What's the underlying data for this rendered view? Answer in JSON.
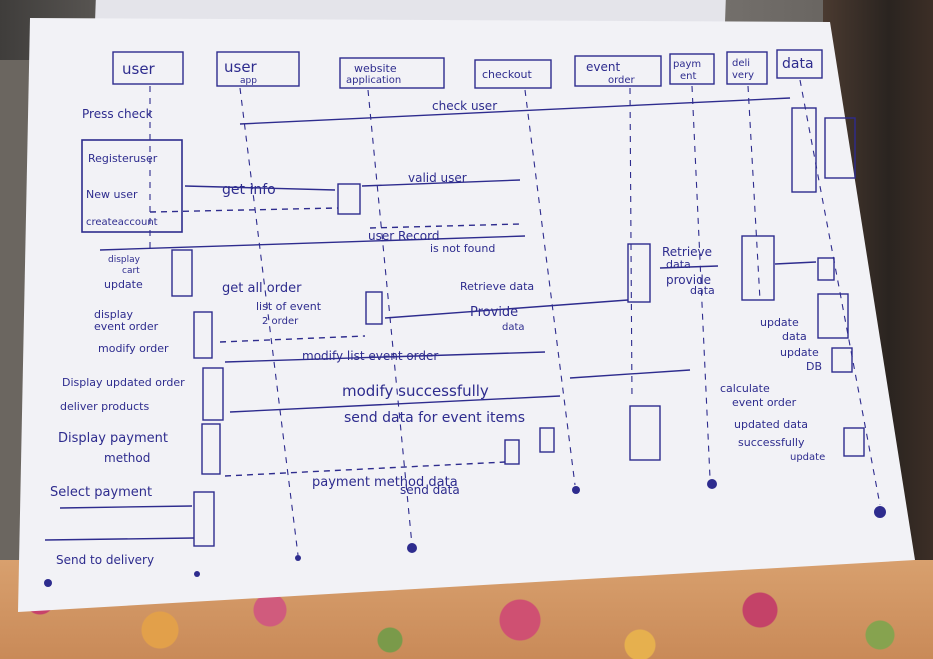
{
  "colors": {
    "ink": "#2e2c8e",
    "paper": "#f2f2f6"
  },
  "lifelines": [
    {
      "label": "user"
    },
    {
      "label": "user",
      "sub": "app"
    },
    {
      "label": "website",
      "sub": "application"
    },
    {
      "label": "checkout"
    },
    {
      "label": "event",
      "sub": "order"
    },
    {
      "label": "paym",
      "sub": "ent"
    },
    {
      "label": "deli",
      "sub": "very"
    },
    {
      "label": "data"
    }
  ],
  "user_box": {
    "lines": [
      "Registeruser",
      "New user",
      "createaccount"
    ]
  },
  "left_notes": [
    "Press check",
    "display",
    "cart",
    "update",
    "display",
    "event order",
    "modify order",
    "Display updated order",
    "deliver products",
    "Display payment",
    "method",
    "Select payment",
    "Send to delivery"
  ],
  "messages": [
    "check user",
    "get info",
    "valid user",
    "user Record",
    "is not found",
    "get all order",
    "list of event",
    "2 order",
    "Retrieve data",
    "Provide",
    "data",
    "Retrieve",
    "data",
    "provide",
    "data",
    "update",
    "data",
    "update",
    "DB",
    "modify list event order",
    "modify successfully",
    "send data for event items",
    "calculate",
    "event order",
    "updated data",
    "successfully",
    "update",
    "payment method data",
    "send data"
  ]
}
